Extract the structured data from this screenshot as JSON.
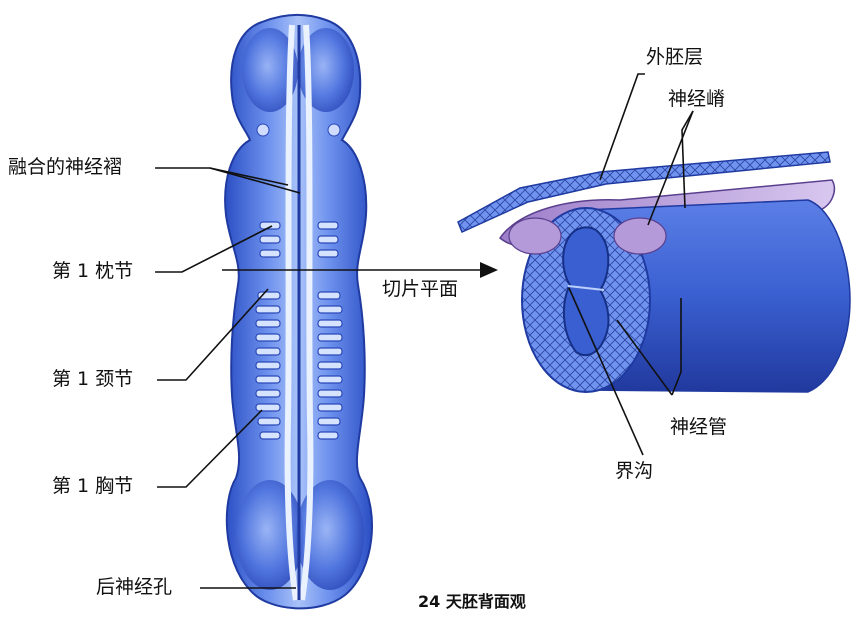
{
  "labels": {
    "fused_folds": "融合的神经褶",
    "occipital1": "第 1 枕节",
    "cervical1": "第 1 颈节",
    "thoracic1": "第 1 胸节",
    "posterior_neuropore": "后神经孔",
    "section_plane": "切片平面",
    "ectoderm": "外胚层",
    "neural_crest": "神经嵴",
    "neural_tube": "神经管",
    "sulcus_limitans": "界沟"
  },
  "caption": "24 天胚背面观",
  "colors": {
    "embryo": "#3f67d6",
    "embryo_light": "#8fb0f5",
    "embryo_dark": "#1f3aa0",
    "crest": "#b49ad8",
    "line": "#111111"
  }
}
